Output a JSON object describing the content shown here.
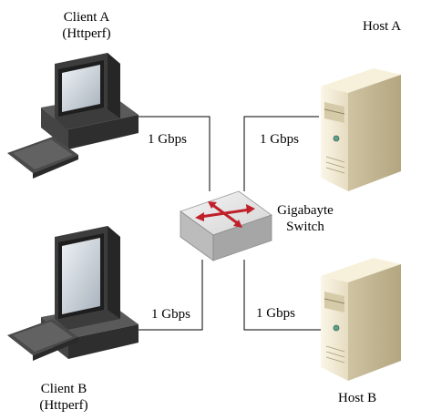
{
  "nodes": {
    "client_a": {
      "name": "Client A",
      "tool": "(Httperf)"
    },
    "client_b": {
      "name": "Client B",
      "tool": "(Httperf)"
    },
    "host_a": {
      "name": "Host A"
    },
    "host_b": {
      "name": "Host B"
    },
    "switch": {
      "line1": "Gigabayte",
      "line2": "Switch"
    }
  },
  "links": {
    "client_a": "1 Gbps",
    "client_b": "1 Gbps",
    "host_a": "1 Gbps",
    "host_b": "1 Gbps"
  },
  "icons": {
    "client": "desktop-computer-icon",
    "host": "tower-server-icon",
    "switch": "network-switch-icon"
  },
  "colors": {
    "switch_arrows": "#c0202a",
    "server_body": "#efe6cf",
    "computer_body": "#3a3a3a"
  }
}
